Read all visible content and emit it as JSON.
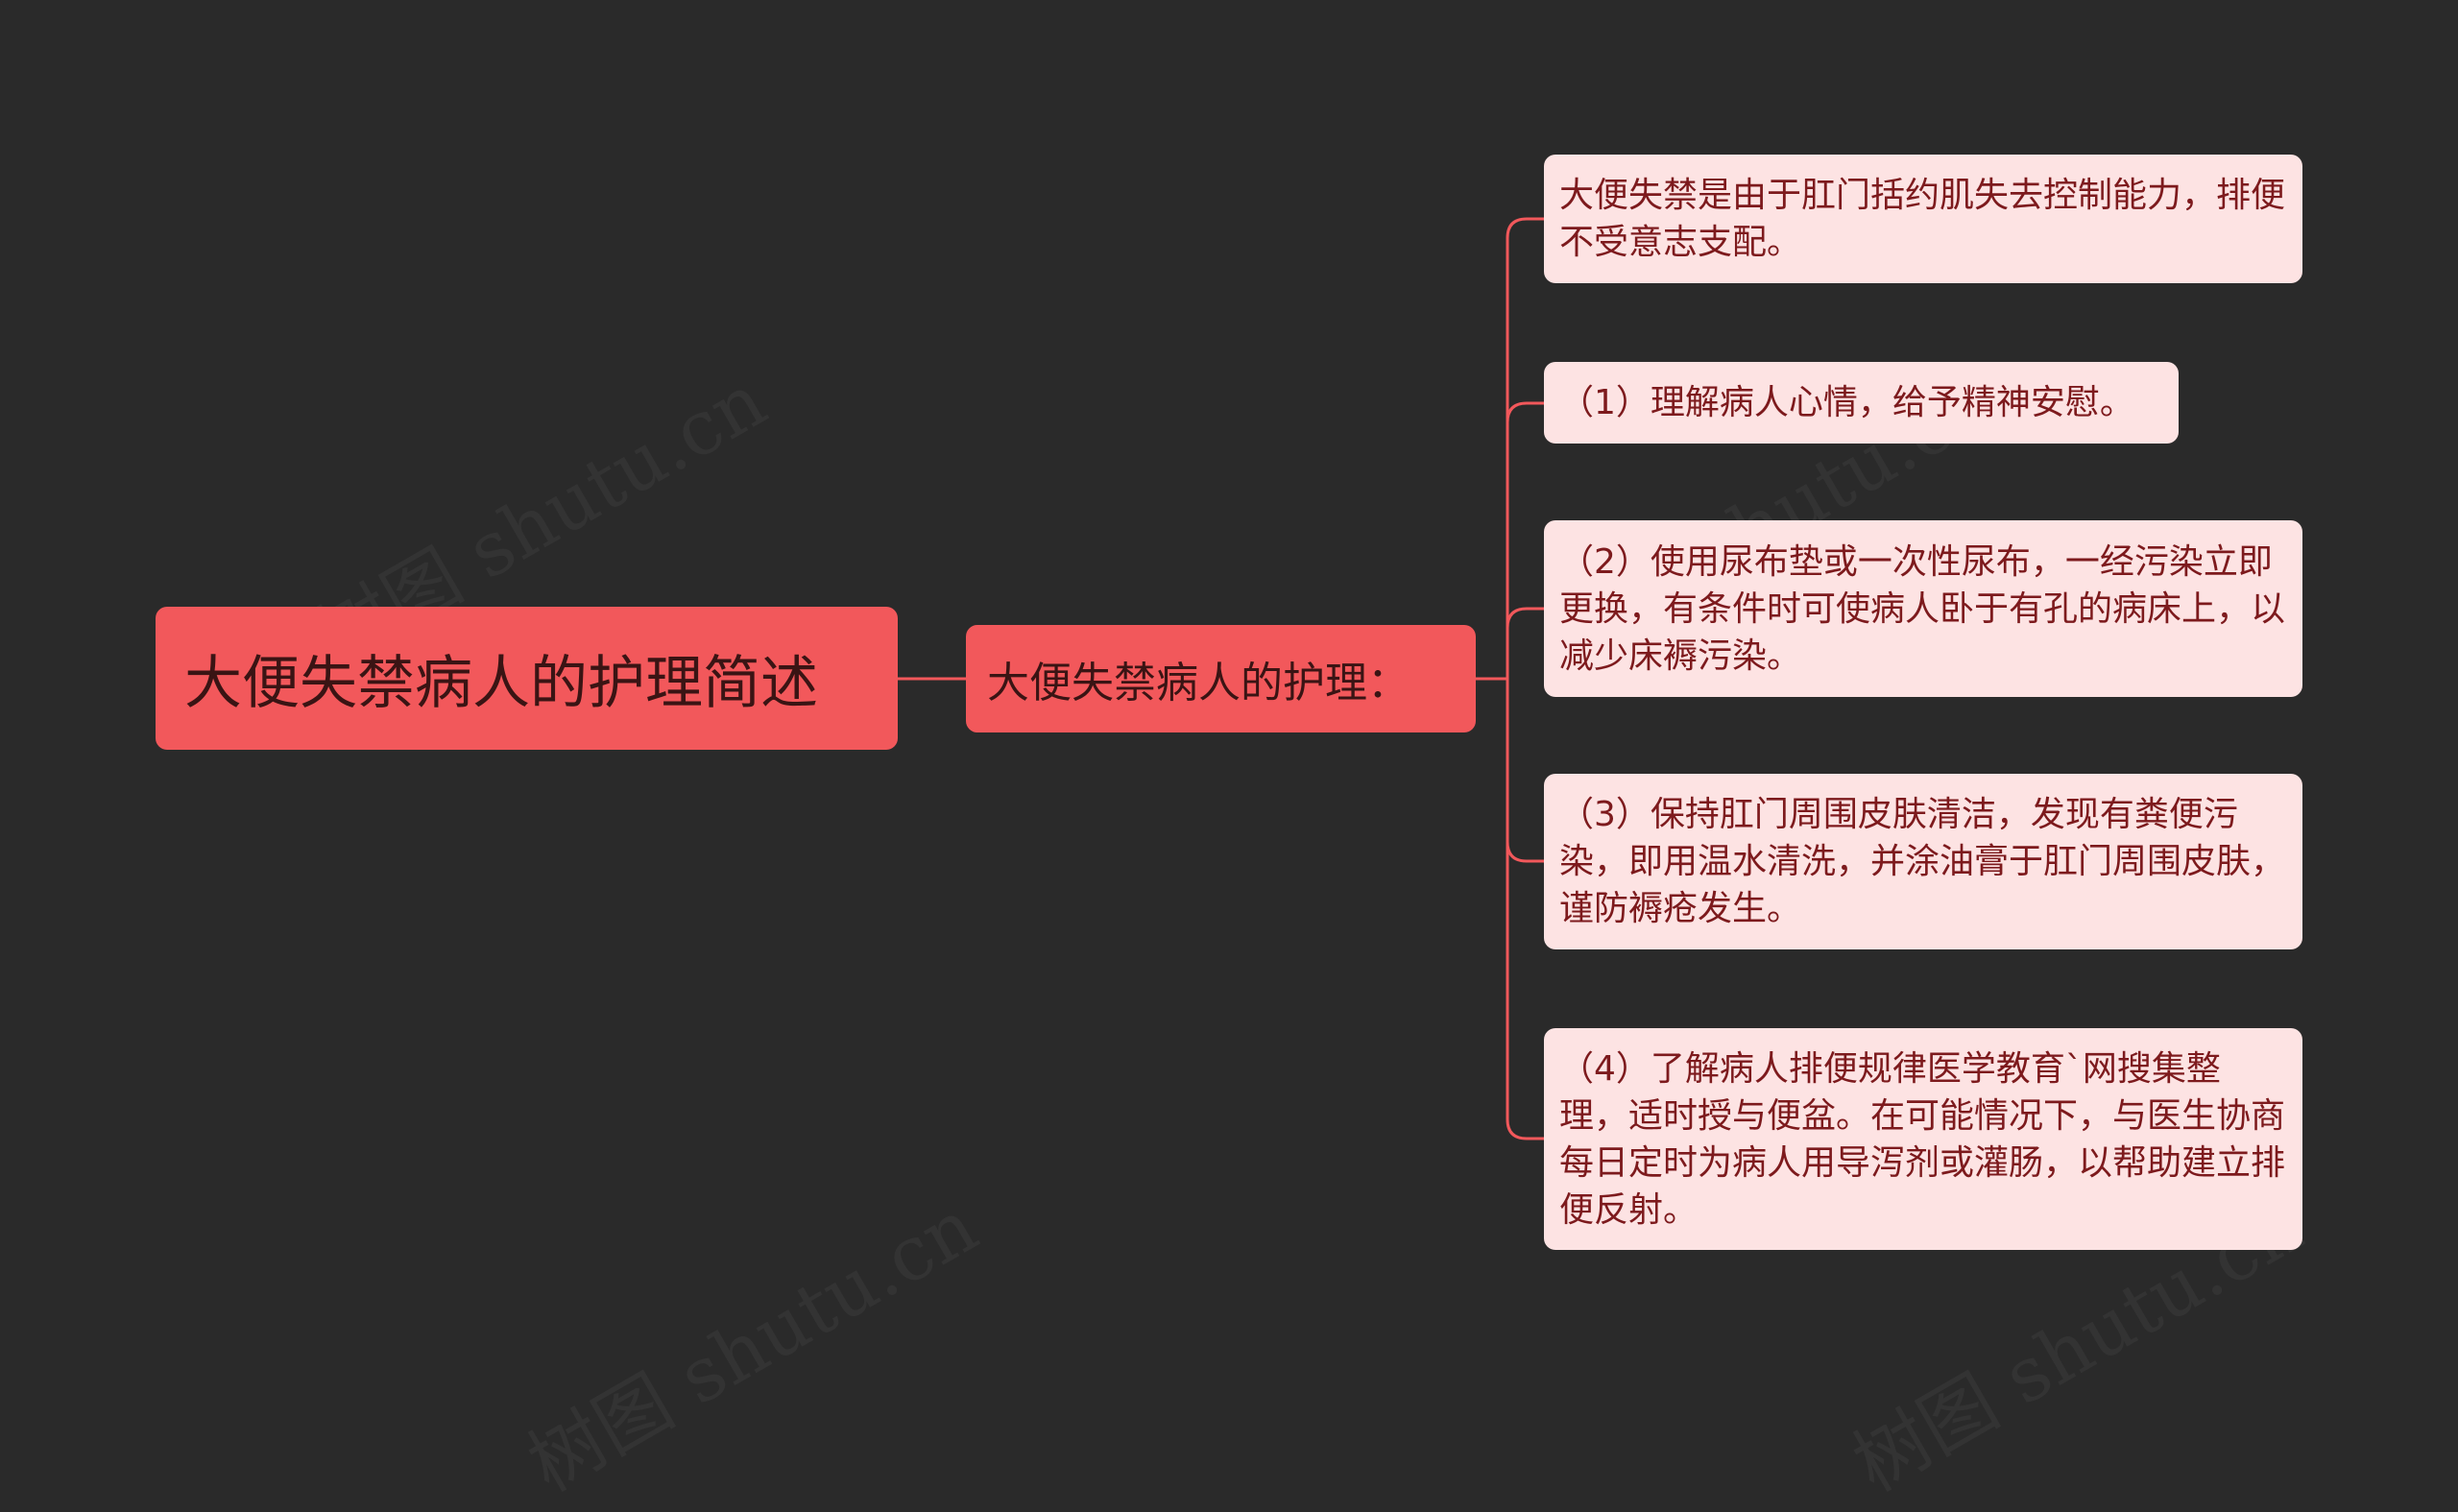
{
  "colors": {
    "background": "#2a2a2a",
    "primary_node": "#f2585b",
    "leaf_node": "#fde3e3",
    "leaf_text": "#7d1a1d",
    "connector": "#f2585b"
  },
  "root": {
    "label": "大便失禁病人的护理简述"
  },
  "branch": {
    "label": "大便失禁病人的护理："
  },
  "leaves": [
    {
      "label": "大便失禁是由于肛门括约肌失去控制能力，排便不受意志支配。"
    },
    {
      "label": "（1）理解病人心情，给予精神安慰。"
    },
    {
      "label": "（2）使用尿布垫或一次性尿布，一经污染立即更换，有条件时可使病人卧于有孔的病床上，以减少床褥污染。"
    },
    {
      "label": "（3）保持肛门周围皮肤清洁，发现有粪便污染，即用温水清洗，并涂油膏于肛门周围皮肤，谨防褥疮发生。"
    },
    {
      "label": "（4）了解病人排便规律医学教育`网搜集整理，适时授与便盆。在可能情况下，与医生协商每日定时为病人用导泻剂或灌肠，以帮助建立排便反射。"
    }
  ],
  "watermark": "树图 shutu.cn"
}
